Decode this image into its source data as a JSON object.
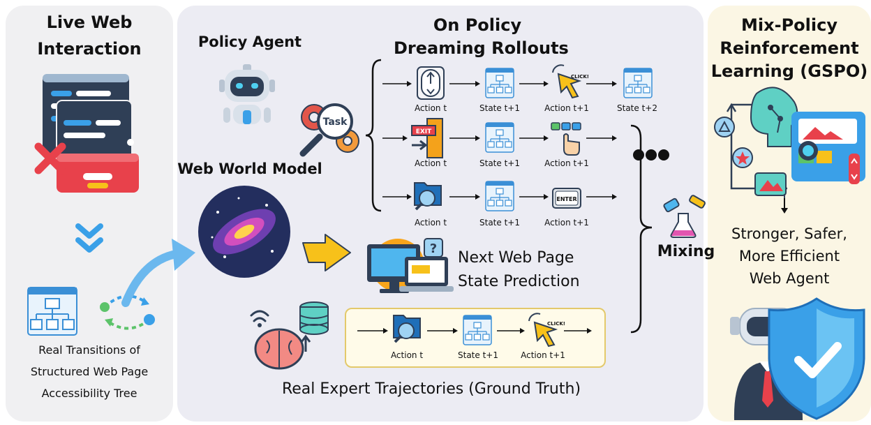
{
  "left": {
    "title_line1": "Live Web",
    "title_line2": "Interaction",
    "caption_line1": "Real Transitions of",
    "caption_line2": "Structured Web Page",
    "caption_line3": "Accessibility Tree"
  },
  "middle": {
    "policy_agent": "Policy Agent",
    "rollouts_title_line1": "On Policy",
    "rollouts_title_line2": "Dreaming Rollouts",
    "task_badge": "Task",
    "world_model": "Web World Model",
    "prediction_line1": "Next Web Page",
    "prediction_line2": "State Prediction",
    "expert_caption": "Real Expert Trajectories (Ground Truth)",
    "rollout_rows": [
      [
        "Action t",
        "State t+1",
        "Action t+1",
        "State t+2"
      ],
      [
        "Action t",
        "State t+1",
        "Action t+1"
      ],
      [
        "Action t",
        "State t+1",
        "Action t+1"
      ]
    ],
    "expert_row": [
      "Action t",
      "State t+1",
      "Action t+1"
    ],
    "click_text": "CLICK!",
    "exit_text": "EXIT",
    "enter_text": "ENTER",
    "mixing": "Mixing"
  },
  "right": {
    "title_line1": "Mix-Policy",
    "title_line2": "Reinforcement",
    "title_line3": "Learning (GSPO)",
    "result_line1": "Stronger, Safer,",
    "result_line2": "More Efficient",
    "result_line3": "Web Agent"
  },
  "colors": {
    "accent_blue": "#3aa0e8",
    "yellow": "#f7c11a",
    "red": "#e8414b",
    "navy": "#2f3f56"
  }
}
